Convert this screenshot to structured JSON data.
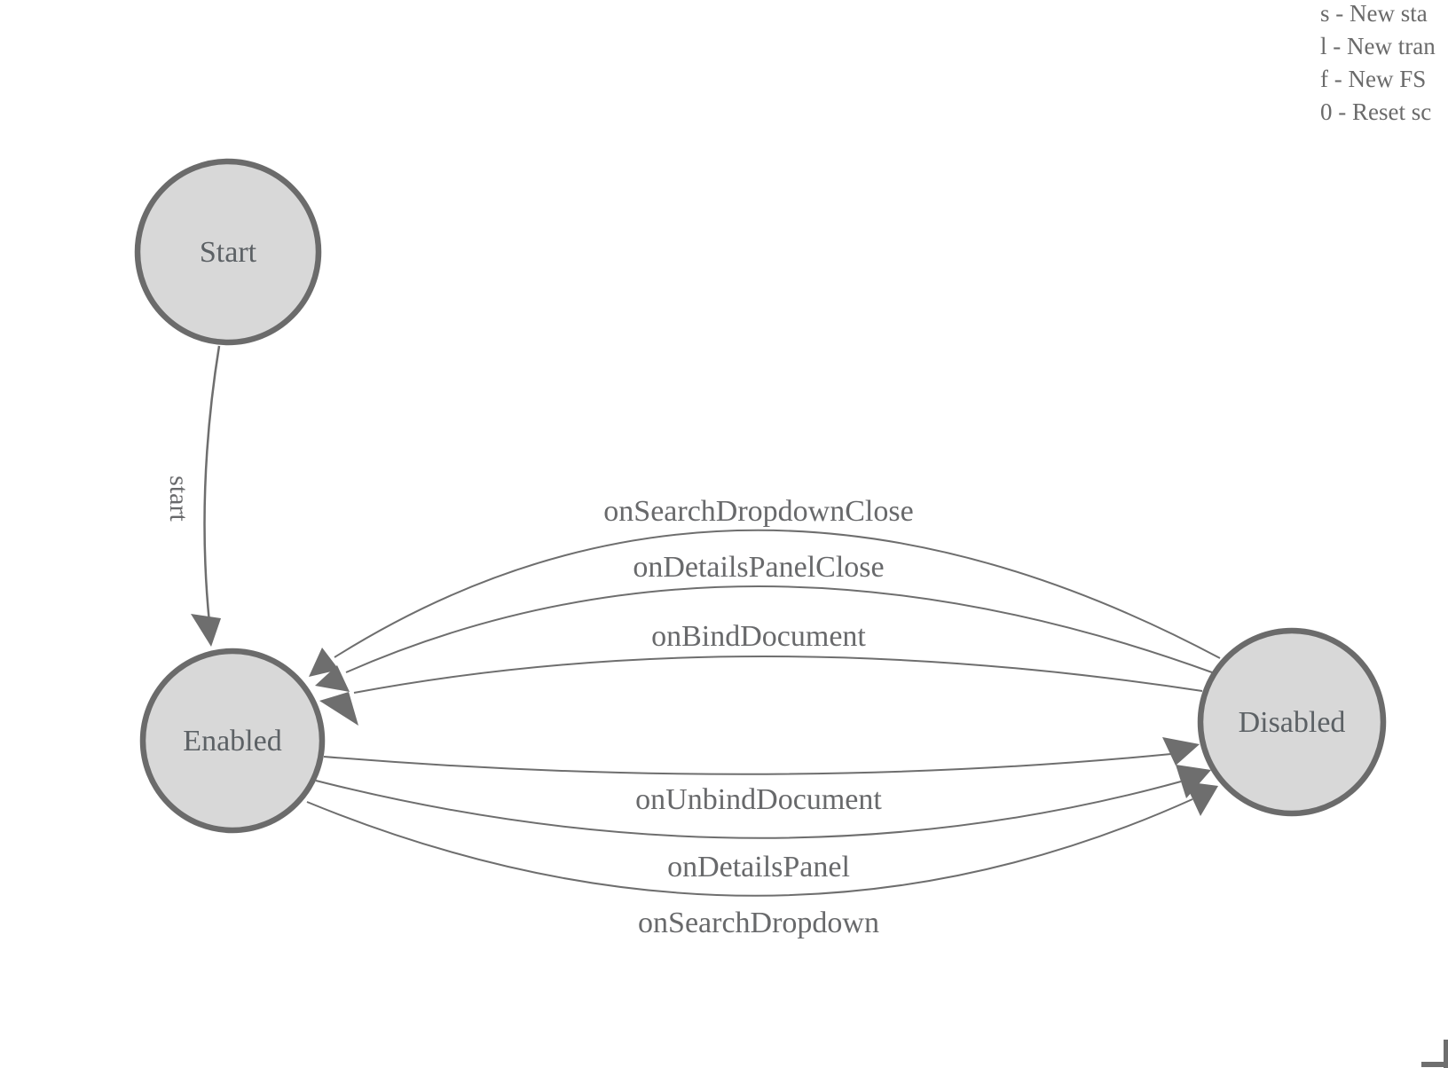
{
  "legend": {
    "lines": [
      "s - New sta",
      "l - New tran",
      "f - New FS",
      "0 - Reset sc"
    ]
  },
  "states": {
    "start": {
      "label": "Start"
    },
    "enabled": {
      "label": "Enabled"
    },
    "disabled": {
      "label": "Disabled"
    }
  },
  "transitions": {
    "initial": {
      "label": "start",
      "from": "Start",
      "to": "Enabled"
    },
    "disabled_to_enabled": [
      {
        "label": "onSearchDropdownClose",
        "from": "Disabled",
        "to": "Enabled"
      },
      {
        "label": "onDetailsPanelClose",
        "from": "Disabled",
        "to": "Enabled"
      },
      {
        "label": "onBindDocument",
        "from": "Disabled",
        "to": "Enabled"
      }
    ],
    "enabled_to_disabled": [
      {
        "label": "onUnbindDocument",
        "from": "Enabled",
        "to": "Disabled"
      },
      {
        "label": "onDetailsPanel",
        "from": "Enabled",
        "to": "Disabled"
      },
      {
        "label": "onSearchDropdown",
        "from": "Enabled",
        "to": "Disabled"
      }
    ]
  },
  "colors": {
    "node_fill": "#d8d8d8",
    "node_stroke": "#6b6b6b",
    "edge_stroke": "#6e6e6e",
    "node_text": "#5c6165",
    "edge_text": "#68696b",
    "legend_text": "#6a6a6a"
  }
}
